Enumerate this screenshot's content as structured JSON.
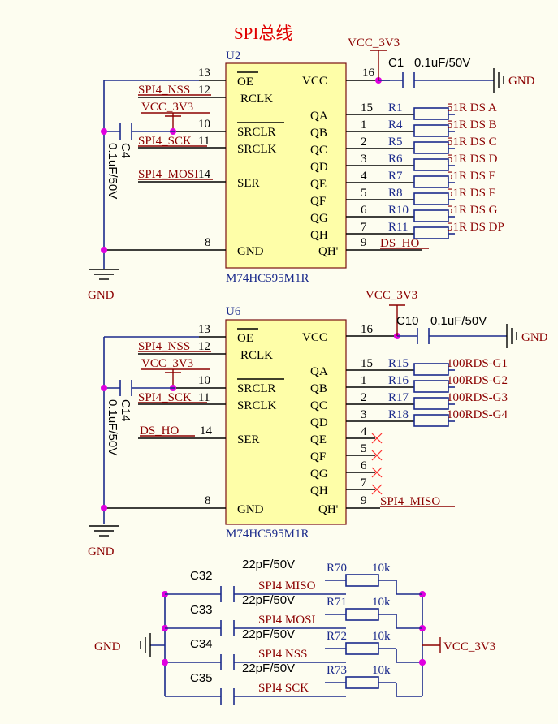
{
  "title": "SPI总线",
  "u2": {
    "ref": "U2",
    "part": "M74HC595M1R",
    "left_pins": [
      {
        "num": "13",
        "name": "OE",
        "net": ""
      },
      {
        "num": "12",
        "name": "RCLK",
        "net": "SPI4_NSS"
      },
      {
        "num": "10",
        "name": "SRCLR",
        "net": "VCC_3V3"
      },
      {
        "num": "11",
        "name": "SRCLK",
        "net": "SPI4_SCK"
      },
      {
        "num": "14",
        "name": "SER",
        "net": "SPI4_MOSI"
      },
      {
        "num": "8",
        "name": "GND",
        "net": ""
      }
    ],
    "right_pins": [
      {
        "num": "16",
        "name": "VCC"
      },
      {
        "num": "15",
        "name": "QA"
      },
      {
        "num": "1",
        "name": "QB"
      },
      {
        "num": "2",
        "name": "QC"
      },
      {
        "num": "3",
        "name": "QD"
      },
      {
        "num": "4",
        "name": "QE"
      },
      {
        "num": "5",
        "name": "QF"
      },
      {
        "num": "6",
        "name": "QG"
      },
      {
        "num": "7",
        "name": "QH"
      },
      {
        "num": "9",
        "name": "QH'"
      }
    ],
    "vcc_net": "VCC_3V3",
    "cap": {
      "ref": "C1",
      "value": "0.1uF/50V"
    },
    "gnd": "GND",
    "left_cap": {
      "ref": "C4",
      "value": "0.1uF/50V"
    },
    "resistors": [
      {
        "ref": "R1",
        "value": "51R",
        "net": "DS_A"
      },
      {
        "ref": "R4",
        "value": "51R",
        "net": "DS_B"
      },
      {
        "ref": "R5",
        "value": "51R",
        "net": "DS_C"
      },
      {
        "ref": "R6",
        "value": "51R",
        "net": "DS_D"
      },
      {
        "ref": "R7",
        "value": "51R",
        "net": "DS_E"
      },
      {
        "ref": "R8",
        "value": "51R",
        "net": "DS_F"
      },
      {
        "ref": "R10",
        "value": "51R",
        "net": "DS_G"
      },
      {
        "ref": "R11",
        "value": "51R",
        "net": "DS_DP"
      }
    ],
    "qh_out": "DS_HO",
    "bottom_gnd": "GND"
  },
  "u6": {
    "ref": "U6",
    "part": "M74HC595M1R",
    "left_pins": [
      {
        "num": "13",
        "name": "OE",
        "net": ""
      },
      {
        "num": "12",
        "name": "RCLK",
        "net": "SPI4_NSS"
      },
      {
        "num": "10",
        "name": "SRCLR",
        "net": "VCC_3V3"
      },
      {
        "num": "11",
        "name": "SRCLK",
        "net": "SPI4_SCK"
      },
      {
        "num": "14",
        "name": "SER",
        "net": "DS_HO"
      },
      {
        "num": "8",
        "name": "GND",
        "net": ""
      }
    ],
    "right_pins": [
      {
        "num": "16",
        "name": "VCC"
      },
      {
        "num": "15",
        "name": "QA"
      },
      {
        "num": "1",
        "name": "QB"
      },
      {
        "num": "2",
        "name": "QC"
      },
      {
        "num": "3",
        "name": "QD"
      },
      {
        "num": "4",
        "name": "QE"
      },
      {
        "num": "5",
        "name": "QF"
      },
      {
        "num": "6",
        "name": "QG"
      },
      {
        "num": "7",
        "name": "QH"
      },
      {
        "num": "9",
        "name": "QH'"
      }
    ],
    "vcc_net": "VCC_3V3",
    "cap": {
      "ref": "C10",
      "value": "0.1uF/50V"
    },
    "gnd": "GND",
    "left_cap": {
      "ref": "C14",
      "value": "0.1uF/50V"
    },
    "resistors": [
      {
        "ref": "R15",
        "value": "100R",
        "net": "DS-G1"
      },
      {
        "ref": "R16",
        "value": "100R",
        "net": "DS-G2"
      },
      {
        "ref": "R17",
        "value": "100R",
        "net": "DS-G3"
      },
      {
        "ref": "R18",
        "value": "100R",
        "net": "DS-G4"
      }
    ],
    "qh_out": "SPI4_MISO",
    "bottom_gnd": "GND"
  },
  "filters": {
    "gnd": "GND",
    "vcc": "VCC_3V3",
    "rows": [
      {
        "cap": "C32",
        "cap_value": "22pF/50V",
        "net": "SPI4_MISO",
        "res": "R70",
        "res_value": "10k"
      },
      {
        "cap": "C33",
        "cap_value": "22pF/50V",
        "net": "SPI4_MOSI",
        "res": "R71",
        "res_value": "10k"
      },
      {
        "cap": "C34",
        "cap_value": "22pF/50V",
        "net": "SPI4_NSS",
        "res": "R72",
        "res_value": "10k"
      },
      {
        "cap": "C35",
        "cap_value": "22pF/50V",
        "net": "SPI4_SCK",
        "res": "R73",
        "res_value": "10k"
      }
    ]
  }
}
